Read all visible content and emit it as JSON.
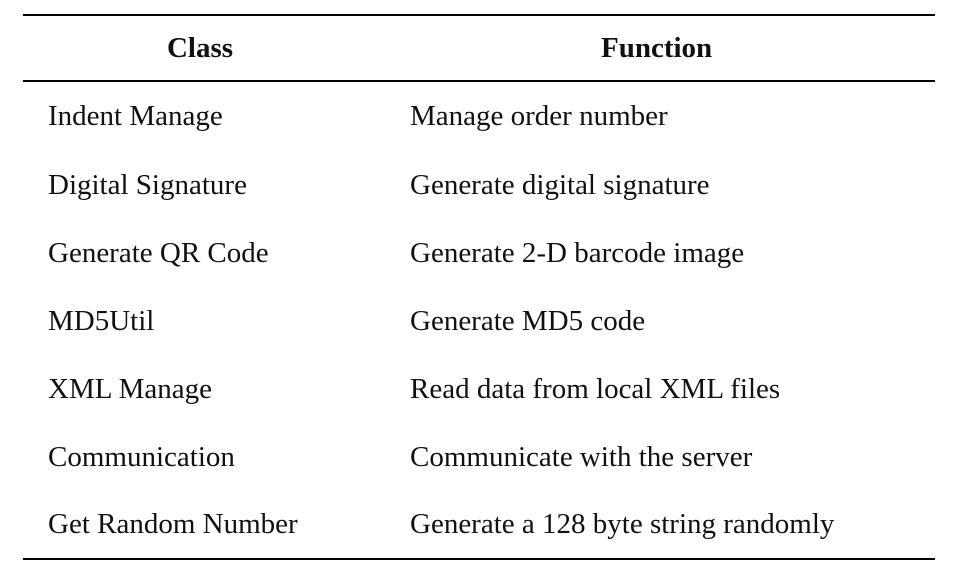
{
  "table": {
    "headers": [
      "Class",
      "Function"
    ],
    "rows": [
      [
        "Indent Manage",
        "Manage order number"
      ],
      [
        "Digital Signature",
        "Generate digital signature"
      ],
      [
        "Generate QR Code",
        "Generate 2-D barcode image"
      ],
      [
        "MD5Util",
        "Generate MD5 code"
      ],
      [
        "XML Manage",
        "Read data from local XML files"
      ],
      [
        "Communication",
        "Communicate with the server"
      ],
      [
        "Get Random Number",
        "Generate a 128 byte string randomly"
      ]
    ]
  }
}
